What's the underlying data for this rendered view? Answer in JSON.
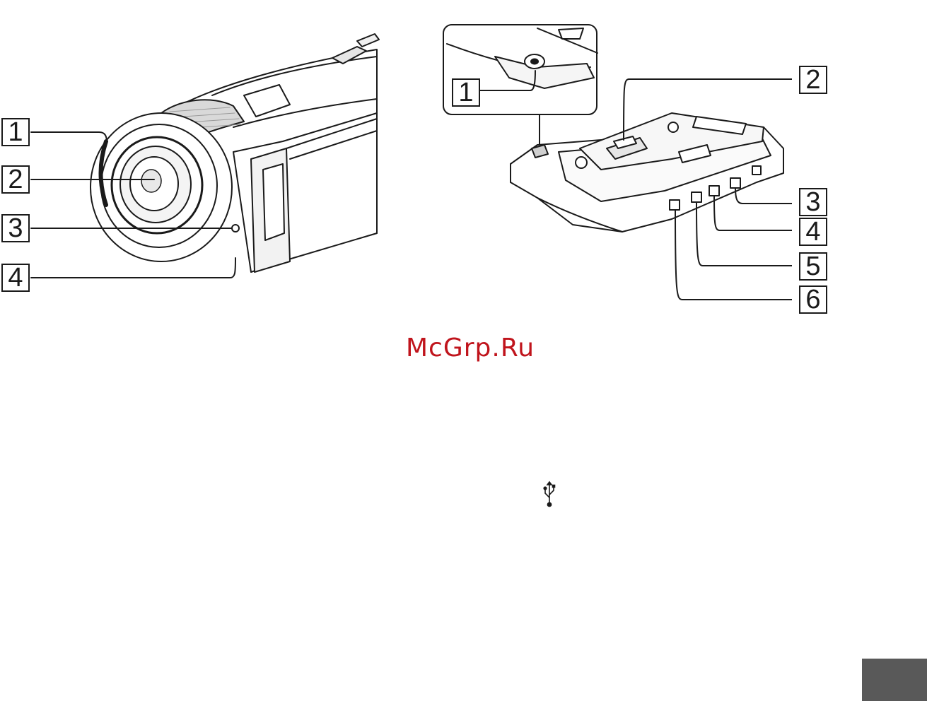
{
  "camera_figure": {
    "callouts": [
      {
        "label": "1"
      },
      {
        "label": "2"
      },
      {
        "label": "3"
      },
      {
        "label": "4"
      }
    ]
  },
  "dock_figure": {
    "inset_callout": {
      "label": "1"
    },
    "callouts": [
      {
        "label": "2"
      },
      {
        "label": "3"
      },
      {
        "label": "4"
      },
      {
        "label": "5"
      },
      {
        "label": "6"
      }
    ]
  },
  "watermark": {
    "text": "McGrp.Ru"
  },
  "icons": {
    "usb": "usb-icon"
  },
  "colors": {
    "watermark": "#c0141c",
    "ink": "#1a1a1a",
    "corner_tab": "#595959"
  }
}
